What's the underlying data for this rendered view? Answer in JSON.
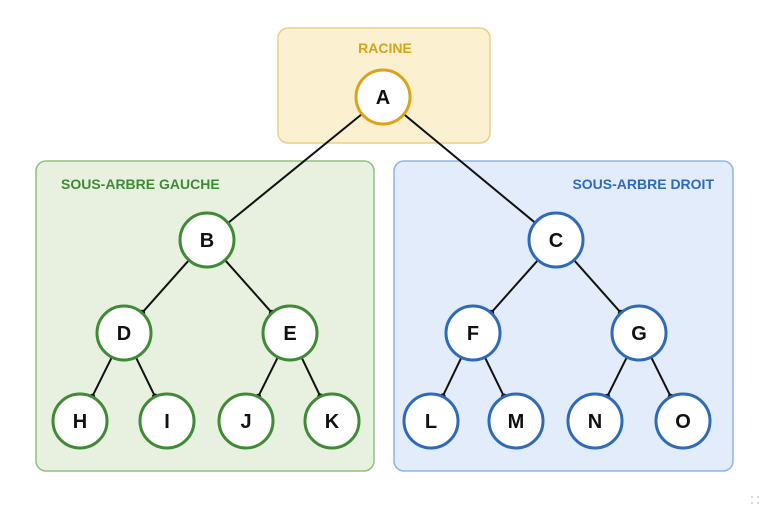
{
  "colors": {
    "root_fill": "#fbf0cf",
    "root_stroke": "#eccf87",
    "root_accent": "#d9a41c",
    "left_fill": "#e8f1df",
    "left_stroke": "#8fc17a",
    "left_accent": "#3f8a35",
    "right_fill": "#e2ecfb",
    "right_stroke": "#8eb5e6",
    "right_accent": "#2f6ab8",
    "edge": "#111111"
  },
  "regions": {
    "root": {
      "title": "RACINE"
    },
    "left": {
      "title": "SOUS-ARBRE GAUCHE"
    },
    "right": {
      "title": "SOUS-ARBRE DROIT"
    }
  },
  "nodes": [
    {
      "id": "A",
      "label": "A",
      "group": "root"
    },
    {
      "id": "B",
      "label": "B",
      "group": "left"
    },
    {
      "id": "C",
      "label": "C",
      "group": "right"
    },
    {
      "id": "D",
      "label": "D",
      "group": "left"
    },
    {
      "id": "E",
      "label": "E",
      "group": "left"
    },
    {
      "id": "F",
      "label": "F",
      "group": "right"
    },
    {
      "id": "G",
      "label": "G",
      "group": "right"
    },
    {
      "id": "H",
      "label": "H",
      "group": "left"
    },
    {
      "id": "I",
      "label": "I",
      "group": "left"
    },
    {
      "id": "J",
      "label": "J",
      "group": "left"
    },
    {
      "id": "K",
      "label": "K",
      "group": "left"
    },
    {
      "id": "L",
      "label": "L",
      "group": "right"
    },
    {
      "id": "M",
      "label": "M",
      "group": "right"
    },
    {
      "id": "N",
      "label": "N",
      "group": "right"
    },
    {
      "id": "O",
      "label": "O",
      "group": "right"
    }
  ],
  "edges": [
    [
      "A",
      "B"
    ],
    [
      "A",
      "C"
    ],
    [
      "B",
      "D"
    ],
    [
      "B",
      "E"
    ],
    [
      "C",
      "F"
    ],
    [
      "C",
      "G"
    ],
    [
      "D",
      "H"
    ],
    [
      "D",
      "I"
    ],
    [
      "E",
      "J"
    ],
    [
      "E",
      "K"
    ],
    [
      "F",
      "L"
    ],
    [
      "F",
      "M"
    ],
    [
      "G",
      "N"
    ],
    [
      "G",
      "O"
    ]
  ]
}
